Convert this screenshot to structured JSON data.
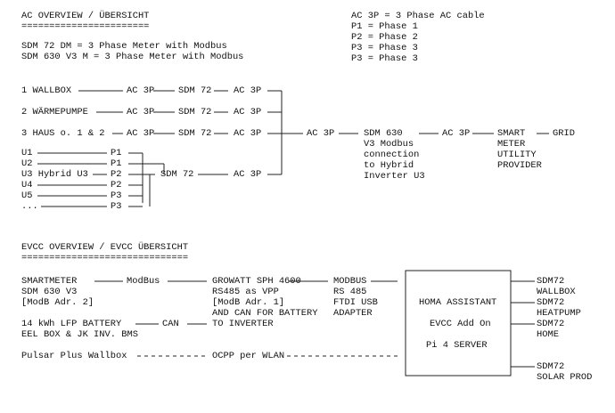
{
  "ac": {
    "title": "AC OVERVIEW / ÜBERSICHT",
    "title_rule": "=======================",
    "legend_sdm72": "SDM 72 DM = 3 Phase Meter with Modbus",
    "legend_sdm630": "SDM 630 V3 M = 3 Phase Meter with Modbus",
    "legend_ac3p": "AC 3P = 3 Phase AC cable",
    "legend_p1": "P1 = Phase 1",
    "legend_p2": "P2 = Phase 2",
    "legend_p3a": "P3 = Phase 3",
    "legend_p3b": "P3 = Phase 3",
    "rows": [
      {
        "src": "1 WALLBOX",
        "cable1": "AC 3P",
        "meter": "SDM 72",
        "cable2": "AC 3P"
      },
      {
        "src": "2 WÄRMEPUMPE",
        "cable1": "AC 3P",
        "meter": "SDM 72",
        "cable2": "AC 3P"
      },
      {
        "src": "3 HAUS o. 1 & 2",
        "cable1": "AC 3P",
        "meter": "SDM 72",
        "cable2": "AC 3P"
      }
    ],
    "units": [
      {
        "name": "U1",
        "phase": "P1"
      },
      {
        "name": "U2",
        "phase": "P1"
      },
      {
        "name": "U3 Hybrid U3",
        "phase": "P2"
      },
      {
        "name": "U4",
        "phase": "P2"
      },
      {
        "name": "U5",
        "phase": "P3"
      },
      {
        "name": "...",
        "phase": "P3"
      }
    ],
    "units_meter": "SDM 72",
    "units_cable": "AC 3P",
    "main_cable": "AC 3P",
    "sdm630": [
      "SDM 630",
      "V3 Modbus",
      "connection",
      "to Hybrid",
      "Inverter U3"
    ],
    "grid_cable": "AC 3P",
    "smart_meter": [
      "SMART",
      "METER",
      "UTILITY",
      "PROVIDER"
    ],
    "grid": "GRID"
  },
  "evcc": {
    "title": "EVCC OVERVIEW / EVCC ÜBERSICHT",
    "title_rule": "==============================",
    "smartmeter": [
      "SMARTMETER",
      "SDM 630 V3",
      "[ModB Adr. 2]"
    ],
    "modbus_link": "ModBus",
    "growatt": [
      "GROWATT SPH 4600",
      "RS485 as VPP",
      "[ModB Adr. 1]",
      "AND CAN FOR BATTERY",
      "TO INVERTER"
    ],
    "modbus_adapter": [
      "MODBUS",
      "RS 485",
      "FTDI USB",
      "ADAPTER"
    ],
    "battery": [
      "14 kWh LFP BATTERY",
      "EEL BOX & JK INV. BMS"
    ],
    "can_link": "CAN",
    "wallbox": "Pulsar Plus Wallbox",
    "ocpp": "OCPP per WLAN",
    "server": [
      "HOMA ASSISTANT",
      "EVCC Add On",
      "Pi 4 SERVER"
    ],
    "outputs": [
      {
        "l1": "SDM72",
        "l2": "WALLBOX"
      },
      {
        "l1": "SDM72",
        "l2": "HEATPUMP"
      },
      {
        "l1": "SDM72",
        "l2": "HOME"
      },
      {
        "l1": "SDM72",
        "l2": "SOLAR PROD"
      }
    ]
  }
}
